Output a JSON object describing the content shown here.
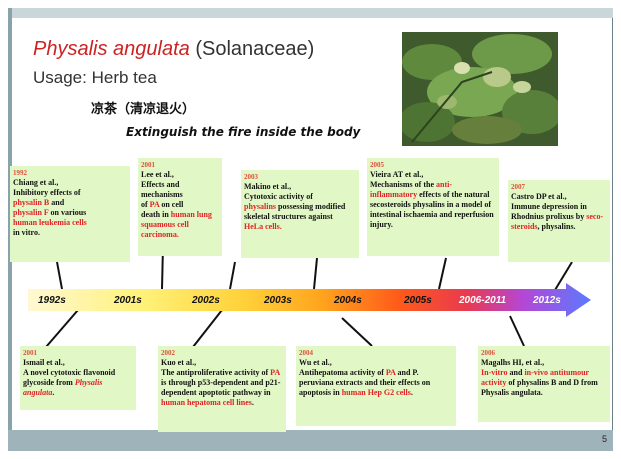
{
  "title": {
    "species": "Physalis angulata",
    "family": "(Solanaceae)"
  },
  "usage": "Usage: Herb tea",
  "chinese": "凉茶（清凉退火）",
  "extinguish": "Extinguish the fire inside the body",
  "page_number": "5",
  "photo": {
    "description_icon": "physalis-plant-photo"
  },
  "timeline": {
    "labels": [
      "1992s",
      "2001s",
      "2002s",
      "2003s",
      "2004s",
      "2005s",
      "2006-2011",
      "2012s"
    ],
    "colors": [
      "#fff7c8",
      "#fff59a",
      "#ffe066",
      "#ffcf33",
      "#ffa31a",
      "#ff5a1a",
      "#e83a50",
      "#b447d6",
      "#6a6aff"
    ]
  },
  "top_boxes": [
    {
      "year": "1992",
      "line1": "Chiang et al.,",
      "line2": "Inhibitory effects of",
      "red1": "physalin B",
      "mid": " and",
      "red2": "physalin F",
      "line3": " on various",
      "red3": "human leukemia cells",
      "line4": "in vitro."
    },
    {
      "year": "2001",
      "line1": "Lee et al.,",
      "line2": "Effects and",
      "line3": "mechanisms",
      "line4a": "of ",
      "red1": "PA",
      "line4b": " on cell",
      "line5a": "death in ",
      "red2": "human lung squamous cell carcinoma."
    },
    {
      "year": "2003",
      "line1": "Makino et al.,",
      "line2": "Cytotoxic activity of",
      "red1": "physalins",
      "line3": " possessing modified skeletal structures against",
      "red2": "HeLa cells."
    },
    {
      "year": "2005",
      "line1": "Vieira AT et al.,",
      "line2": "Mechanisms of the ",
      "red1": "anti-inflammatory",
      "line3": " effects of the natural secosteroids physalins in a model of intestinal ischaemia and reperfusion injury."
    },
    {
      "year": "2007",
      "line1": "Castro DP et al.,",
      "line2": "Immune depression in Rhodnius prolixus by ",
      "red1": "seco-steroids",
      "line3": ", physalins."
    }
  ],
  "bottom_boxes": [
    {
      "year": "2001",
      "line1": "Ismail et al.,",
      "line2": "A novel cytotoxic flavonoid glycoside from ",
      "red1": "Physalis angulata",
      "line3": "."
    },
    {
      "year": "2002",
      "line1": "Kuo et al.,",
      "line2": "The antiproliferative activity of ",
      "red1": "PA",
      "line3": " is through p53-dependent and p21-dependent apoptotic pathway in ",
      "red2": "human hepatoma cell lines",
      "line4": "."
    },
    {
      "year": "2004",
      "line1": "Wu et al.,",
      "line2": "Antihepatoma activity of ",
      "red1": "PA",
      "line3": " and P. peruviana extracts and their effects on apoptosis in ",
      "red2": "human Hep G2 cells",
      "line4": "."
    },
    {
      "year": "2006",
      "line1": "Magalhs HI, et al.,",
      "red1": "In-vitro",
      "mid": " and ",
      "red2": "in-vivo antitumour activity",
      "line3": " of physalins B and D from Physalis angulata."
    }
  ]
}
